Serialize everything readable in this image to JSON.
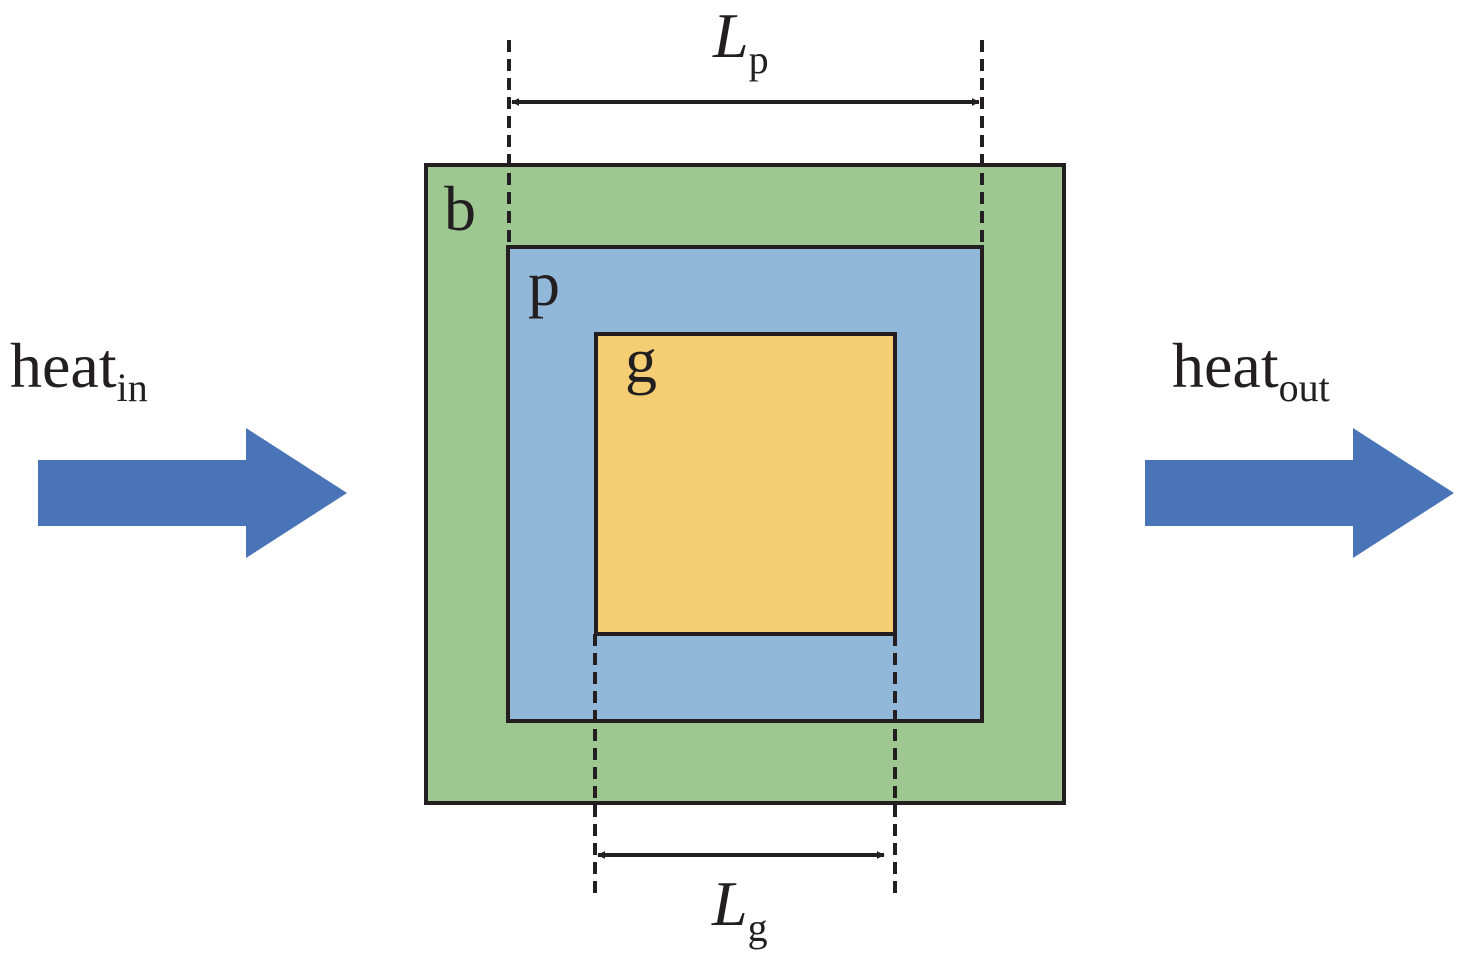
{
  "diagram": {
    "regions": [
      {
        "id": "b",
        "label": "b",
        "color": "#9fc792"
      },
      {
        "id": "p",
        "label": "p",
        "color": "#92b8d9"
      },
      {
        "id": "g",
        "label": "g",
        "color": "#f5cd72"
      }
    ],
    "heat_in": {
      "main": "heat",
      "sub": "in",
      "arrow_color": "#4a74b8"
    },
    "heat_out": {
      "main": "heat",
      "sub": "out",
      "arrow_color": "#4a74b8"
    },
    "dimension_p": {
      "main": "L",
      "sub": "p"
    },
    "dimension_g": {
      "main": "L",
      "sub": "g"
    },
    "outline_color": "#231f20"
  }
}
